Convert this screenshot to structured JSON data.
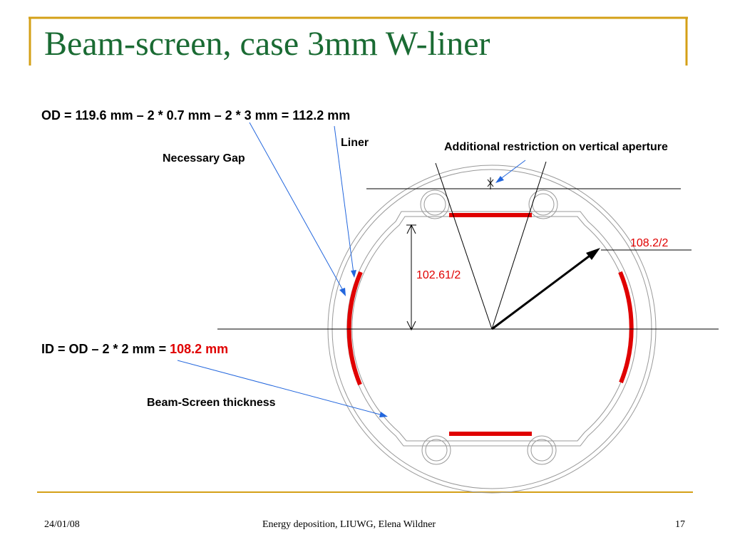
{
  "title": "Beam-screen, case 3mm W-liner",
  "od_equation": "OD = 119.6 mm – 2 * 0.7 mm – 2 * 3 mm = 112.2 mm",
  "id_equation_prefix": "ID = OD – 2 * 2 mm  = ",
  "id_equation_value": "108.2 mm",
  "labels": {
    "necessary_gap": "Necessary Gap",
    "liner": "Liner",
    "additional_restriction": "Additional restriction on vertical aperture",
    "beam_screen_thickness": "Beam-Screen thickness"
  },
  "dimensions": {
    "vertical": "102.61/2",
    "radius": "108.2/2"
  },
  "footer": {
    "date": "24/01/08",
    "center": "Energy deposition, LIUWG, Elena Wildner",
    "page": "17"
  },
  "colors": {
    "title": "#1a6b33",
    "frame_gold": "#d4a017",
    "liner_red": "#e00000",
    "arrow_blue": "#2266dd"
  }
}
